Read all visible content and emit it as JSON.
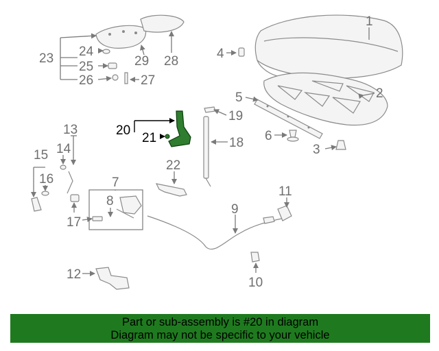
{
  "callouts": {
    "c1": "1",
    "c2": "2",
    "c3": "3",
    "c4": "4",
    "c5": "5",
    "c6": "6",
    "c7": "7",
    "c8": "8",
    "c9": "9",
    "c10": "10",
    "c11": "11",
    "c12": "12",
    "c13": "13",
    "c14": "14",
    "c15": "15",
    "c16": "16",
    "c17": "17",
    "c18": "18",
    "c19": "19",
    "c20": "20",
    "c21": "21",
    "c22": "22",
    "c23": "23",
    "c24": "24",
    "c25": "25",
    "c26": "26",
    "c27": "27",
    "c28": "28",
    "c29": "29"
  },
  "highlight_color": "#2f7d2f",
  "banner": {
    "line1": "Part or sub-assembly is #20 in diagram",
    "line2": "Diagram may not be specific to your vehicle",
    "background": "#1f7a1f"
  }
}
